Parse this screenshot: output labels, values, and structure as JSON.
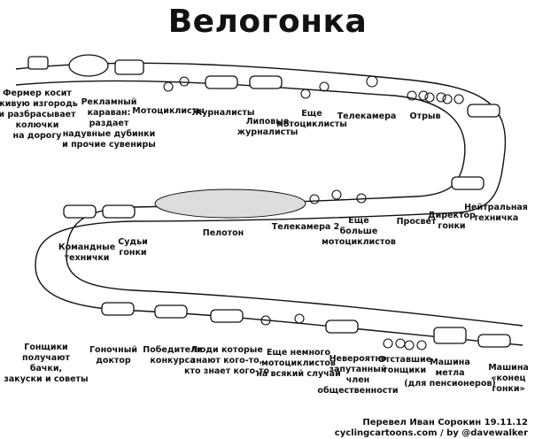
{
  "title": "Велогонка",
  "labels": {
    "farmer": [
      "Фермер косит",
      "живую изгородь",
      "и разбрасывает",
      "колючки",
      "на дорогу"
    ],
    "caravan": [
      "Рекламный",
      "караван:",
      "раздает",
      "надувные дубинки",
      "и прочие сувениры"
    ],
    "motorcyclists": [
      "Мотоциклисты"
    ],
    "journalists": [
      "Журналисты"
    ],
    "fake_journalists": [
      "Липовые",
      "журналисты"
    ],
    "more_motorcyclists": [
      "Еще",
      "мотоциклисты"
    ],
    "tv_camera": [
      "Телекамера"
    ],
    "breakaway": [
      "Отрыв"
    ],
    "neutral_car": [
      "Нейтральная",
      "техничка"
    ],
    "race_director": [
      "Директор",
      "гонки"
    ],
    "gap": [
      "Просвет"
    ],
    "even_more_motorcyclists": [
      "Еще",
      "больше",
      "мотоциклистов"
    ],
    "tv_camera_2": [
      "Телекамера 2"
    ],
    "peloton": [
      "Пелотон"
    ],
    "commissaires": [
      "Судьи",
      "гонки"
    ],
    "team_cars": [
      "Командные",
      "технички"
    ],
    "feed": [
      "Гонщики",
      "получают",
      "бачки,",
      "закуски и советы"
    ],
    "race_doctor": [
      "Гоночный",
      "доктор"
    ],
    "contest_winners": [
      "Победители",
      "конкурса"
    ],
    "people_who_know": [
      "Люди которые",
      "знают кого-то,",
      "кто знает кого-то"
    ],
    "just_in_case": [
      "Еще немного",
      "мотоциклистов",
      "на всякий случай"
    ],
    "dignitary": [
      "Невероятно",
      "запутанный",
      "член",
      "общественности"
    ],
    "stragglers": [
      "Отставшие",
      "гонщики"
    ],
    "broom_wagon": [
      "Машина",
      "метла",
      "(для пенсионеров)"
    ],
    "end_car": [
      "Машина",
      "«конец",
      "гонки»"
    ]
  },
  "credits": {
    "translator": "Перевел Иван Сорокин 19.11.12",
    "source": "cyclingcartoons.com / by @davewalker"
  }
}
